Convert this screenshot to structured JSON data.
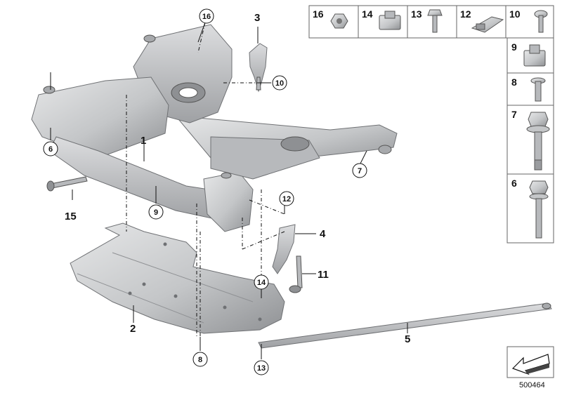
{
  "diagram": {
    "callouts": {
      "c1": "1",
      "c2": "2",
      "c3": "3",
      "c4": "4",
      "c5": "5",
      "c6": "6",
      "c7": "7",
      "c8": "8",
      "c9": "9",
      "c10": "10",
      "c11": "11",
      "c12": "12",
      "c13": "13",
      "c14": "14",
      "c15": "15",
      "c16": "16"
    },
    "parts_tiles": {
      "top_row": [
        "16",
        "14",
        "13",
        "12",
        "10"
      ],
      "right_column": [
        "9",
        "8",
        "7",
        "6"
      ]
    },
    "document_number": "500464",
    "colors": {
      "part_fill": "#c9cbcd",
      "part_dark": "#9a9c9f",
      "part_light": "#e4e5e6",
      "line": "#111111"
    }
  }
}
